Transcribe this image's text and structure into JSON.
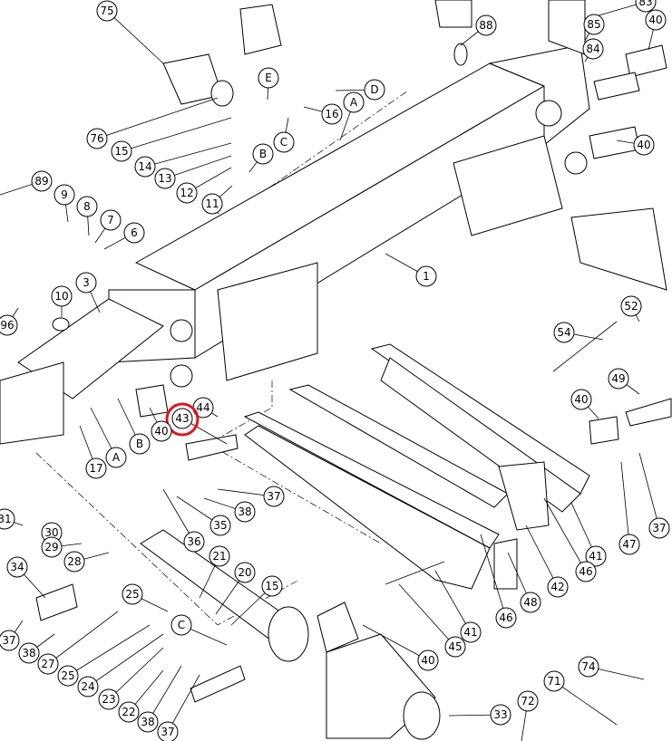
{
  "title": "Exploded parts diagram - lift arm assembly",
  "highlight_color": "#e0141e",
  "highlighted_callout": "43",
  "callouts": [
    "75",
    "88",
    "83",
    "85",
    "84",
    "40",
    "D",
    "E",
    "16",
    "A",
    "76",
    "15",
    "C",
    "14",
    "40",
    "13",
    "B",
    "89",
    "12",
    "9",
    "8",
    "11",
    "7",
    "6",
    "1",
    "3",
    "10",
    "52",
    "96",
    "54",
    "40",
    "49",
    "44",
    "43",
    "40",
    "B",
    "A",
    "17",
    "37",
    "38",
    "35",
    "36",
    "37",
    "47",
    "41",
    "46",
    "42",
    "31",
    "30",
    "29",
    "28",
    "34",
    "21",
    "20",
    "15",
    "46",
    "48",
    "41",
    "45",
    "25",
    "C",
    "37",
    "38",
    "27",
    "25",
    "24",
    "23",
    "22",
    "38",
    "37",
    "40",
    "74",
    "71",
    "72",
    "33"
  ]
}
